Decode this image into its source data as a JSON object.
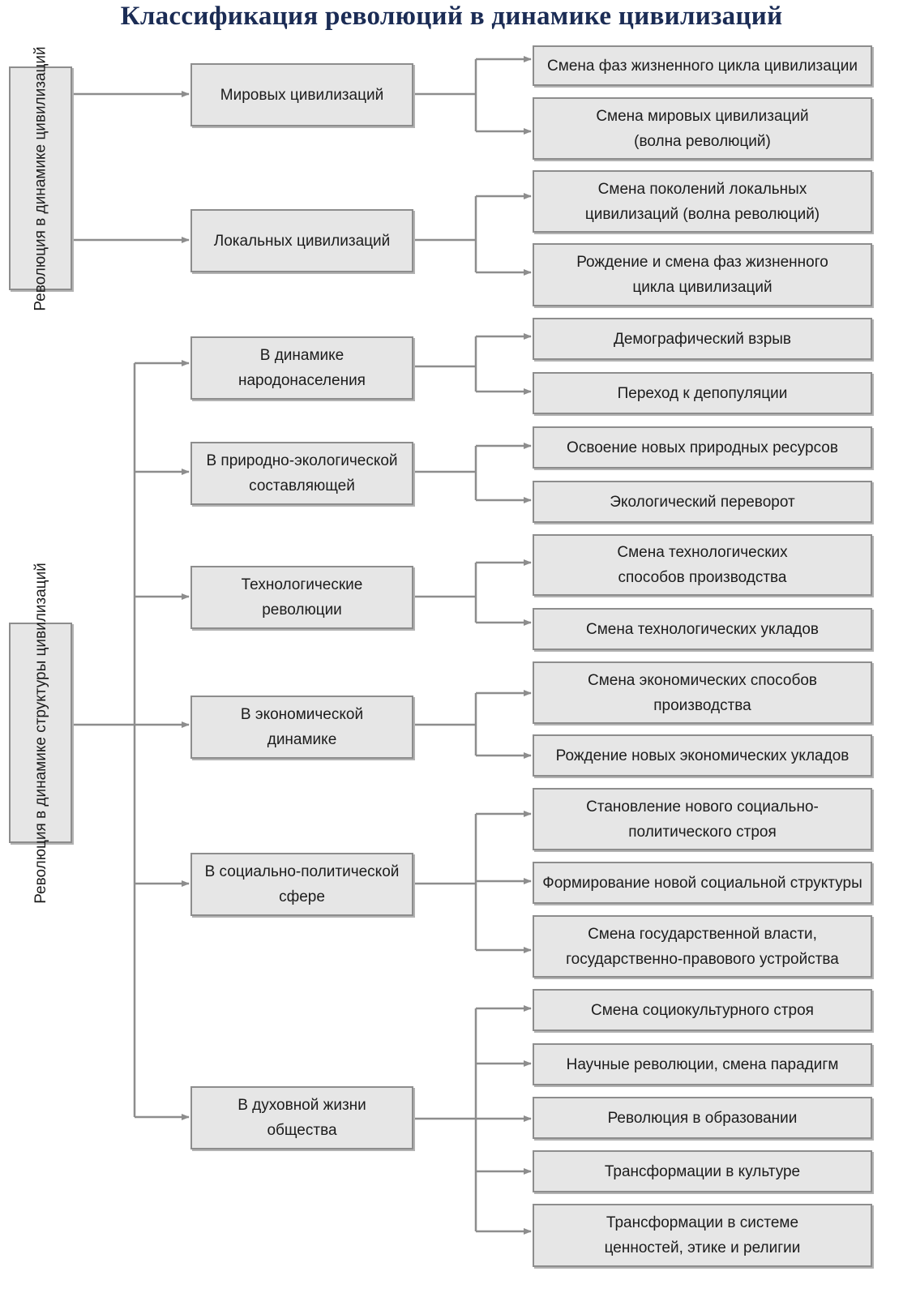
{
  "title": "Классификация революций в динамике цивилизаций",
  "roots": [
    "Революция в динамике\nцивилизаций",
    "Революция в динамике\nструктуры цивилизаций"
  ],
  "branches": [
    {
      "label": "Мировых цивилизаций",
      "leaves": [
        "Смена фаз жизненного цикла цивилизации",
        "Смена мировых цивилизаций\n(волна революций)"
      ]
    },
    {
      "label": "Локальных цивилизаций",
      "leaves": [
        "Смена поколений локальных\nцивилизаций (волна революций)",
        "Рождение и смена фаз жизненного\nцикла цивилизаций"
      ]
    },
    {
      "label": "В динамике\nнародонаселения",
      "leaves": [
        "Демографический взрыв",
        "Переход к депопуляции"
      ]
    },
    {
      "label": "В природно-экологической\nсоставляющей",
      "leaves": [
        "Освоение новых природных ресурсов",
        "Экологический переворот"
      ]
    },
    {
      "label": "Технологические\nреволюции",
      "leaves": [
        "Смена технологических\nспособов производства",
        "Смена технологических укладов"
      ]
    },
    {
      "label": "В экономической\nдинамике",
      "leaves": [
        "Смена экономических способов\nпроизводства",
        "Рождение новых экономических укладов"
      ]
    },
    {
      "label": "В социально-политической\nсфере",
      "leaves": [
        "Становление нового социально-\nполитического строя",
        "Формирование новой социальной структуры",
        "Смена государственной власти,\nгосударственно-правового устройства"
      ]
    },
    {
      "label": "В духовной жизни\nобщества",
      "leaves": [
        "Смена социокультурного строя",
        "Научные революции, смена парадигм",
        "Революция в образовании",
        "Трансформации в культуре",
        "Трансформации в системе\nценностей, этике и религии"
      ]
    }
  ]
}
